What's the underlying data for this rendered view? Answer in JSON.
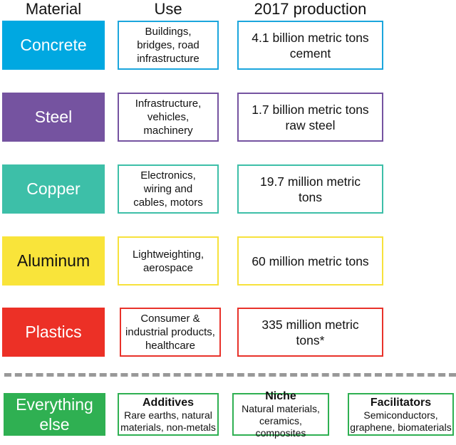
{
  "headers": {
    "material": "Material",
    "use": "Use",
    "production": "2017 production"
  },
  "rows": [
    {
      "material": "Concrete",
      "color": "#00a8e1",
      "text_color": "#ffffff",
      "use": [
        "Buildings,",
        "bridges, road",
        "infrastructure"
      ],
      "production": [
        "4.1 billion metric tons",
        "cement"
      ]
    },
    {
      "material": "Steel",
      "color": "#7553a0",
      "text_color": "#ffffff",
      "use": [
        "Infrastructure,",
        "vehicles,",
        "machinery"
      ],
      "production": [
        "1.7 billion metric tons",
        "raw steel"
      ]
    },
    {
      "material": "Copper",
      "color": "#3dbfa8",
      "text_color": "#ffffff",
      "use": [
        "Electronics,",
        "wiring and",
        "cables, motors"
      ],
      "production": [
        "19.7 million metric",
        "tons"
      ]
    },
    {
      "material": "Aluminum",
      "color": "#f9e43a",
      "text_color": "#111111",
      "use": [
        "Lightweighting,",
        "aerospace"
      ],
      "production": [
        "60 million metric tons"
      ]
    },
    {
      "material": "Plastics",
      "color": "#ec3026",
      "text_color": "#ffffff",
      "use": [
        "Consumer &",
        "industrial products,",
        "healthcare"
      ],
      "production": [
        "335 million metric",
        "tons*"
      ]
    }
  ],
  "other": {
    "material": [
      "Everything",
      "else"
    ],
    "color": "#2fb052",
    "categories": [
      {
        "title": "Additives",
        "lines": [
          "Rare earths, natural",
          "materials, non-metals"
        ]
      },
      {
        "title": "Niche",
        "lines": [
          "Natural materials,",
          "ceramics, composites"
        ]
      },
      {
        "title": "Facilitators",
        "lines": [
          "Semiconductors,",
          "graphene, biomaterials"
        ]
      }
    ]
  }
}
